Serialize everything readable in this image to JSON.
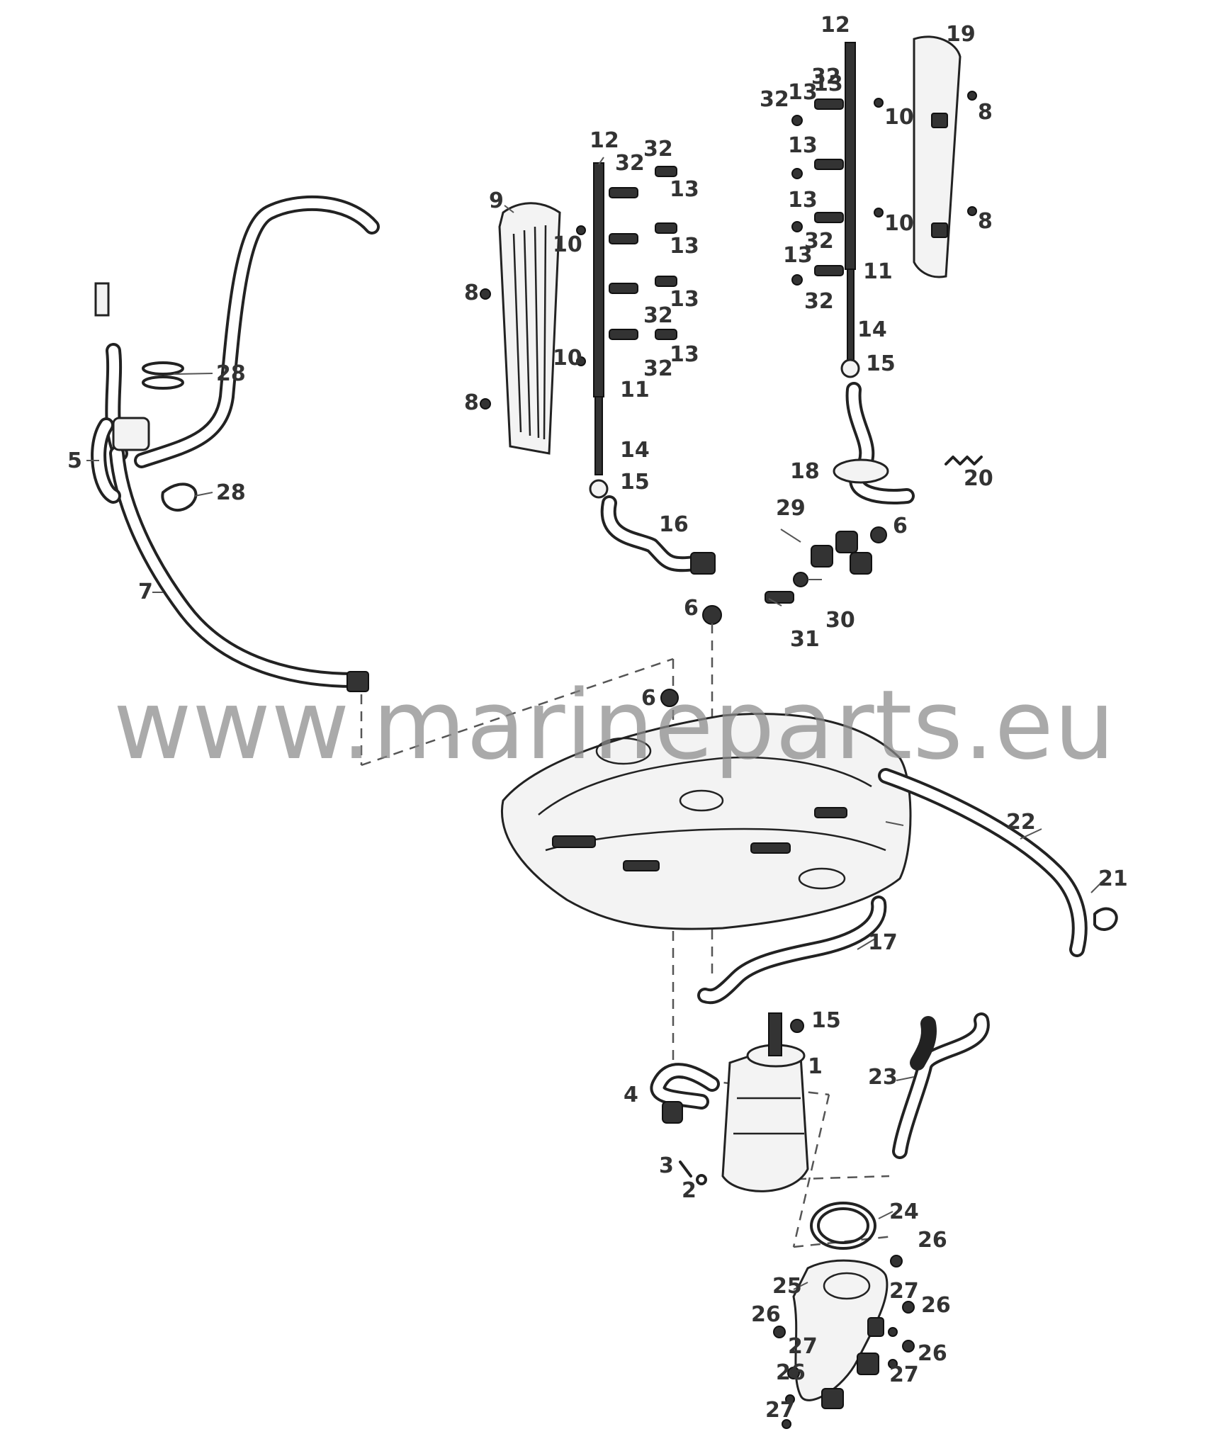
{
  "watermark": "www.marineparts.eu",
  "callouts": [
    {
      "id": "l1",
      "text": "1"
    },
    {
      "id": "l2",
      "text": "2"
    },
    {
      "id": "l3",
      "text": "3"
    },
    {
      "id": "l4",
      "text": "4"
    },
    {
      "id": "l5",
      "text": "5"
    },
    {
      "id": "l6a",
      "text": "6"
    },
    {
      "id": "l6b",
      "text": "6"
    },
    {
      "id": "l6c",
      "text": "6"
    },
    {
      "id": "l7",
      "text": "7"
    },
    {
      "id": "l8a",
      "text": "8"
    },
    {
      "id": "l8b",
      "text": "8"
    },
    {
      "id": "l8c",
      "text": "8"
    },
    {
      "id": "l8d",
      "text": "8"
    },
    {
      "id": "l9",
      "text": "9"
    },
    {
      "id": "l10a",
      "text": "10"
    },
    {
      "id": "l10b",
      "text": "10"
    },
    {
      "id": "l10c",
      "text": "10"
    },
    {
      "id": "l10d",
      "text": "10"
    },
    {
      "id": "l11a",
      "text": "11"
    },
    {
      "id": "l11b",
      "text": "11"
    },
    {
      "id": "l12a",
      "text": "12"
    },
    {
      "id": "l12b",
      "text": "12"
    },
    {
      "id": "l13a",
      "text": "13"
    },
    {
      "id": "l13b",
      "text": "13"
    },
    {
      "id": "l13c",
      "text": "13"
    },
    {
      "id": "l13d",
      "text": "13"
    },
    {
      "id": "l13e",
      "text": "13"
    },
    {
      "id": "l13f",
      "text": "13"
    },
    {
      "id": "l13g",
      "text": "13"
    },
    {
      "id": "l13h",
      "text": "13"
    },
    {
      "id": "l13i",
      "text": "13"
    },
    {
      "id": "l14a",
      "text": "14"
    },
    {
      "id": "l14b",
      "text": "14"
    },
    {
      "id": "l15a",
      "text": "15"
    },
    {
      "id": "l15b",
      "text": "15"
    },
    {
      "id": "l15c",
      "text": "15"
    },
    {
      "id": "l16",
      "text": "16"
    },
    {
      "id": "l17",
      "text": "17"
    },
    {
      "id": "l18",
      "text": "18"
    },
    {
      "id": "l19",
      "text": "19"
    },
    {
      "id": "l20",
      "text": "20"
    },
    {
      "id": "l21",
      "text": "21"
    },
    {
      "id": "l22",
      "text": "22"
    },
    {
      "id": "l23",
      "text": "23"
    },
    {
      "id": "l24",
      "text": "24"
    },
    {
      "id": "l25",
      "text": "25"
    },
    {
      "id": "l26a",
      "text": "26"
    },
    {
      "id": "l26b",
      "text": "26"
    },
    {
      "id": "l26c",
      "text": "26"
    },
    {
      "id": "l26d",
      "text": "26"
    },
    {
      "id": "l26e",
      "text": "26"
    },
    {
      "id": "l27a",
      "text": "27"
    },
    {
      "id": "l27b",
      "text": "27"
    },
    {
      "id": "l27c",
      "text": "27"
    },
    {
      "id": "l27d",
      "text": "27"
    },
    {
      "id": "l28a",
      "text": "28"
    },
    {
      "id": "l28b",
      "text": "28"
    },
    {
      "id": "l29",
      "text": "29"
    },
    {
      "id": "l30",
      "text": "30"
    },
    {
      "id": "l31",
      "text": "31"
    },
    {
      "id": "l32a",
      "text": "32"
    },
    {
      "id": "l32b",
      "text": "32"
    },
    {
      "id": "l32c",
      "text": "32"
    },
    {
      "id": "l32d",
      "text": "32"
    },
    {
      "id": "l32e",
      "text": "32"
    },
    {
      "id": "l32f",
      "text": "32"
    },
    {
      "id": "l32g",
      "text": "32"
    },
    {
      "id": "l32h",
      "text": "32"
    }
  ]
}
